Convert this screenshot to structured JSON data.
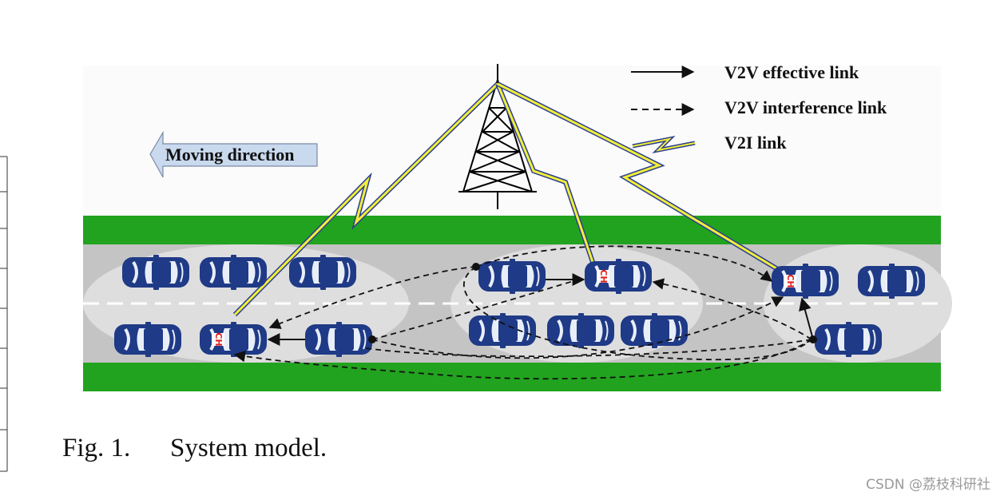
{
  "moving_direction": "Moving direction",
  "legend": {
    "effective": "V2V effective link",
    "interference": "V2V interference link",
    "v2i": "V2I link"
  },
  "caption": {
    "number": "Fig. 1.",
    "text": "System model."
  },
  "vehicle_tag": "CH",
  "watermark": "CSDN @荔枝科研社",
  "colors": {
    "grass": "#22a31f",
    "road": "#c4c4c4",
    "cluster": "#dedede",
    "car_body": "#1f3a86",
    "car_window": "#e8eef8",
    "bolt_fill": "#f2ee3a",
    "link_line": "#2b3f8f",
    "arrow_bg": "#c9d9ee"
  }
}
